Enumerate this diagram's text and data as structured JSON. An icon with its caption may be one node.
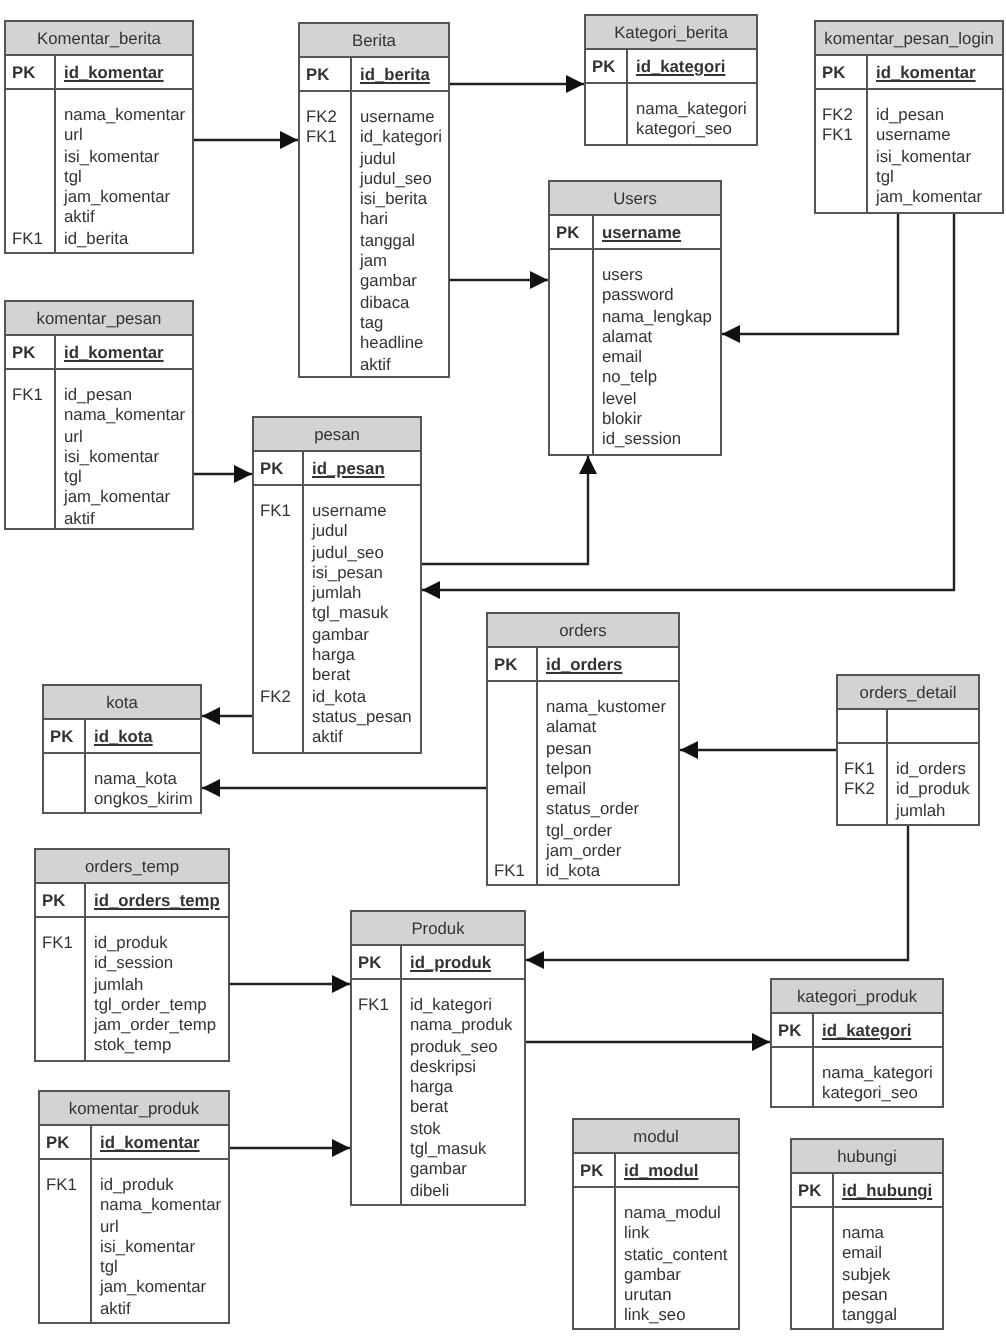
{
  "diagram": {
    "nodes": [
      {
        "text": [
          "Komentar_berita",
          "PK",
          "id_komentar",
          "FK1",
          "nama_komentar",
          "url",
          "isi_komentar",
          "tgl",
          "jam_komentar",
          "aktif",
          "id_berita"
        ]
      },
      {
        "text": [
          "Berita",
          "PK",
          "id_berita",
          "FK2",
          "FK1",
          "username",
          "id_kategori",
          "judul",
          "judul_seo",
          "isi_berita",
          "hari",
          "tanggal",
          "jam",
          "gambar",
          "dibaca",
          "tag",
          "headline",
          "aktif"
        ]
      },
      {
        "text": [
          "Kategori_berita",
          "PK",
          "id_kategori",
          "nama_kategori",
          "kategori_seo"
        ]
      },
      {
        "text": [
          "komentar_pesan_login",
          "PK",
          "id_komentar",
          "FK2",
          "FK1",
          "id_pesan",
          "username",
          "isi_komentar",
          "tgl",
          "jam_komentar"
        ]
      },
      {
        "text": [
          "Users",
          "PK",
          "username",
          "users",
          "password",
          "nama_lengkap",
          "alamat",
          "email",
          "no_telp",
          "level",
          "blokir",
          "id_session"
        ]
      },
      {
        "text": [
          "komentar_pesan",
          "PK",
          "id_komentar",
          "FK1",
          "id_pesan",
          "nama_komentar",
          "url",
          "isi_komentar",
          "tgl",
          "jam_komentar",
          "aktif"
        ]
      },
      {
        "text": [
          "pesan",
          "PK",
          "id_pesan",
          "FK1",
          "FK2",
          "username",
          "judul",
          "judul_seo",
          "isi_pesan",
          "jumlah",
          "tgl_masuk",
          "gambar",
          "harga",
          "berat",
          "id_kota",
          "status_pesan",
          "aktif"
        ]
      },
      {
        "text": [
          "kota",
          "PK",
          "id_kota",
          "nama_kota",
          "ongkos_kirim"
        ]
      },
      {
        "text": [
          "orders",
          "PK",
          "id_orders",
          "FK1",
          "nama_kustomer",
          "alamat",
          "pesan",
          "telpon",
          "email",
          "status_order",
          "tgl_order",
          "jam_order",
          "id_kota"
        ]
      },
      {
        "text": [
          "orders_detail",
          "FK1",
          "FK2",
          "id_orders",
          "id_produk",
          "jumlah"
        ]
      },
      {
        "text": [
          "orders_temp",
          "PK",
          "id_orders_temp",
          "FK1",
          "id_produk",
          "id_session",
          "jumlah",
          "tgl_order_temp",
          "jam_order_temp",
          "stok_temp"
        ]
      },
      {
        "text": [
          "Produk",
          "PK",
          "id_produk",
          "FK1",
          "id_kategori",
          "nama_produk",
          "produk_seo",
          "deskripsi",
          "harga",
          "berat",
          "stok",
          "tgl_masuk",
          "gambar",
          "dibeli"
        ]
      },
      {
        "text": [
          "kategori_produk",
          "PK",
          "id_kategori",
          "nama_kategori",
          "kategori_seo"
        ]
      },
      {
        "text": [
          "komentar_produk",
          "PK",
          "id_komentar",
          "FK1",
          "id_produk",
          "nama_komentar",
          "url",
          "isi_komentar",
          "tgl",
          "jam_komentar",
          "aktif"
        ]
      },
      {
        "text": [
          "modul",
          "PK",
          "id_modul",
          "nama_modul",
          "link",
          "static_content",
          "gambar",
          "urutan",
          "link_seo"
        ]
      },
      {
        "text": [
          "hubungi",
          "PK",
          "id_hubungi",
          "nama",
          "email",
          "subjek",
          "pesan",
          "tanggal"
        ]
      }
    ],
    "edges": [
      {
        "from": 0,
        "to": 1,
        "arrow": "to"
      },
      {
        "from": 1,
        "to": 2,
        "arrow": "to"
      },
      {
        "from": 1,
        "to": 4,
        "arrow": "to"
      },
      {
        "from": 3,
        "to": 4,
        "arrow": "to"
      },
      {
        "from": 3,
        "to": 6,
        "arrow": "to"
      },
      {
        "from": 6,
        "to": 4,
        "arrow": "to"
      },
      {
        "from": 5,
        "to": 6,
        "arrow": "to"
      },
      {
        "from": 6,
        "to": 7,
        "arrow": "to"
      },
      {
        "from": 8,
        "to": 7,
        "arrow": "to"
      },
      {
        "from": 9,
        "to": 8,
        "arrow": "to"
      },
      {
        "from": 9,
        "to": 11,
        "arrow": "to"
      },
      {
        "from": 10,
        "to": 11,
        "arrow": "to"
      },
      {
        "from": 13,
        "to": 11,
        "arrow": "to"
      },
      {
        "from": 11,
        "to": 12,
        "arrow": "to"
      }
    ]
  }
}
